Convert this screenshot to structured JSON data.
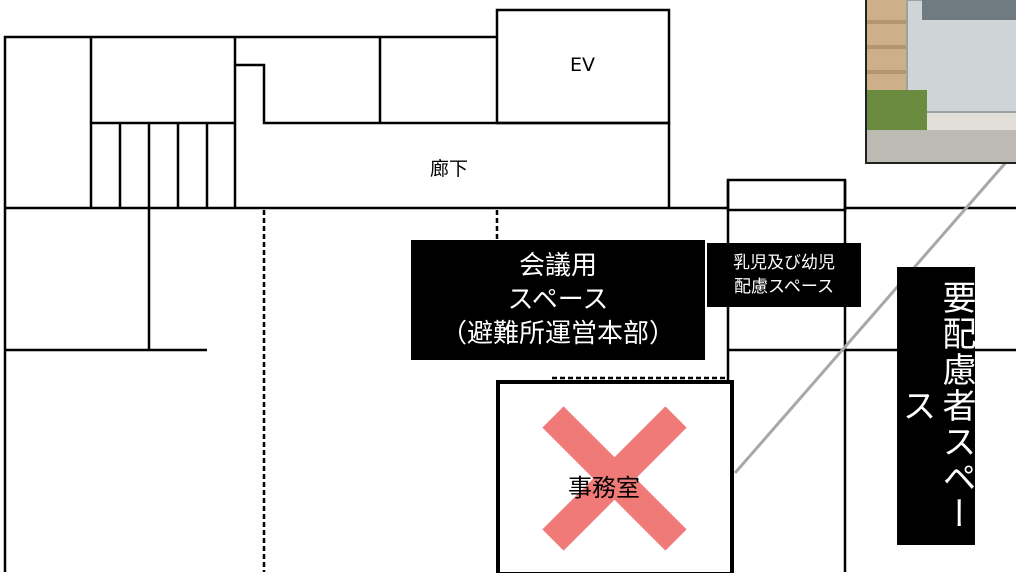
{
  "rooms": {
    "elevator": "EV",
    "corridor": "廊下",
    "office": "事務室"
  },
  "labels": {
    "meeting_line1": "会議用",
    "meeting_line2": "スペース",
    "meeting_line3": "（避難所運営本部）",
    "infant_line1": "乳児及び幼児",
    "infant_line2": "配慮スペース",
    "special_care": "要配慮者スペース"
  },
  "colors": {
    "label_bg": "#000000",
    "cross_mark": "#f07a78",
    "walls": "#000000",
    "pointer_line": "#a8a8a8"
  }
}
